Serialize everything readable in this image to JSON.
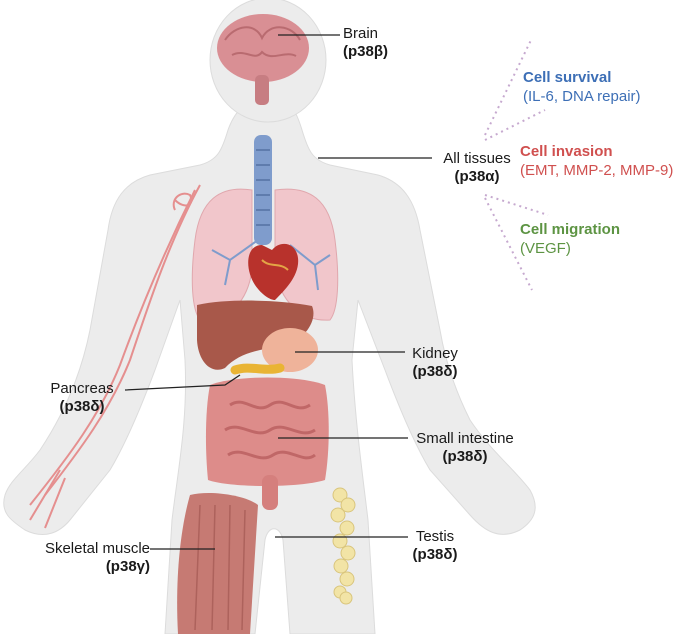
{
  "labels": {
    "brain": {
      "name": "Brain",
      "isoform": "(p38β)"
    },
    "all_tissues": {
      "name": "All tissues",
      "isoform": "(p38α)"
    },
    "kidney": {
      "name": "Kidney",
      "isoform": "(p38δ)"
    },
    "pancreas": {
      "name": "Pancreas",
      "isoform": "(p38δ)"
    },
    "small_intestine": {
      "name": "Small intestine",
      "isoform": "(p38δ)"
    },
    "testis": {
      "name": "Testis",
      "isoform": "(p38δ)"
    },
    "skeletal_muscle": {
      "name": "Skeletal muscle",
      "isoform": "(p38γ)"
    }
  },
  "effects": [
    {
      "title": "Cell survival",
      "detail": "(IL-6, DNA repair)",
      "color": "#3d6fb6"
    },
    {
      "title": "Cell invasion",
      "detail": "(EMT, MMP-2, MMP-9)",
      "color": "#d0504f"
    },
    {
      "title": "Cell migration",
      "detail": "(VEGF)",
      "color": "#5d9443"
    }
  ],
  "colors": {
    "body": "#ececec",
    "brain": "#d98f94",
    "lung": "#f1c6cb",
    "heart": "#b8322c",
    "liver": "#a8584a",
    "intestine": "#dd8c8a",
    "muscle": "#c67a73",
    "testis": "#f2e4a6",
    "trachea": "#7f9ccc"
  }
}
